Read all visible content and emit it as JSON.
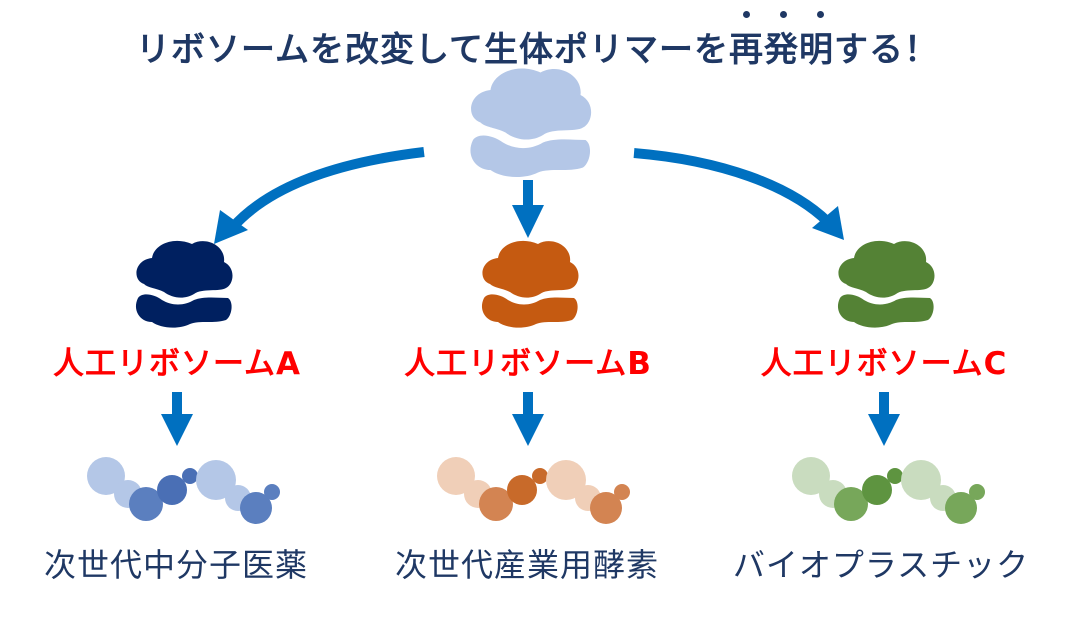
{
  "title": {
    "text": "リボソームを改変して生体ポリマーを再発明する！",
    "emphasized_chars": "再発明",
    "color": "#1f3864"
  },
  "source": {
    "name": "ribosome-natural",
    "color": "#b4c7e7"
  },
  "arrow_color": "#0070c0",
  "branches": [
    {
      "id": "a",
      "label": "人工リボソームA",
      "label_color": "#ff0000",
      "ribosome_color": "#002060",
      "polymer_light": "#b4c7e7",
      "polymer_dark": "#5b7fbf",
      "polymer_mid": "#4a6fb5",
      "product": "次世代中分子医薬"
    },
    {
      "id": "b",
      "label": "人工リボソームB",
      "label_color": "#ff0000",
      "ribosome_color": "#c55a11",
      "polymer_light": "#f0cfb8",
      "polymer_dark": "#d38452",
      "polymer_mid": "#c86a2a",
      "product": "次世代産業用酵素"
    },
    {
      "id": "c",
      "label": "人工リボソームC",
      "label_color": "#ff0000",
      "ribosome_color": "#548235",
      "polymer_light": "#c9dcbf",
      "polymer_dark": "#77a75a",
      "polymer_mid": "#5e9440",
      "product": "バイオプラスチック"
    }
  ]
}
